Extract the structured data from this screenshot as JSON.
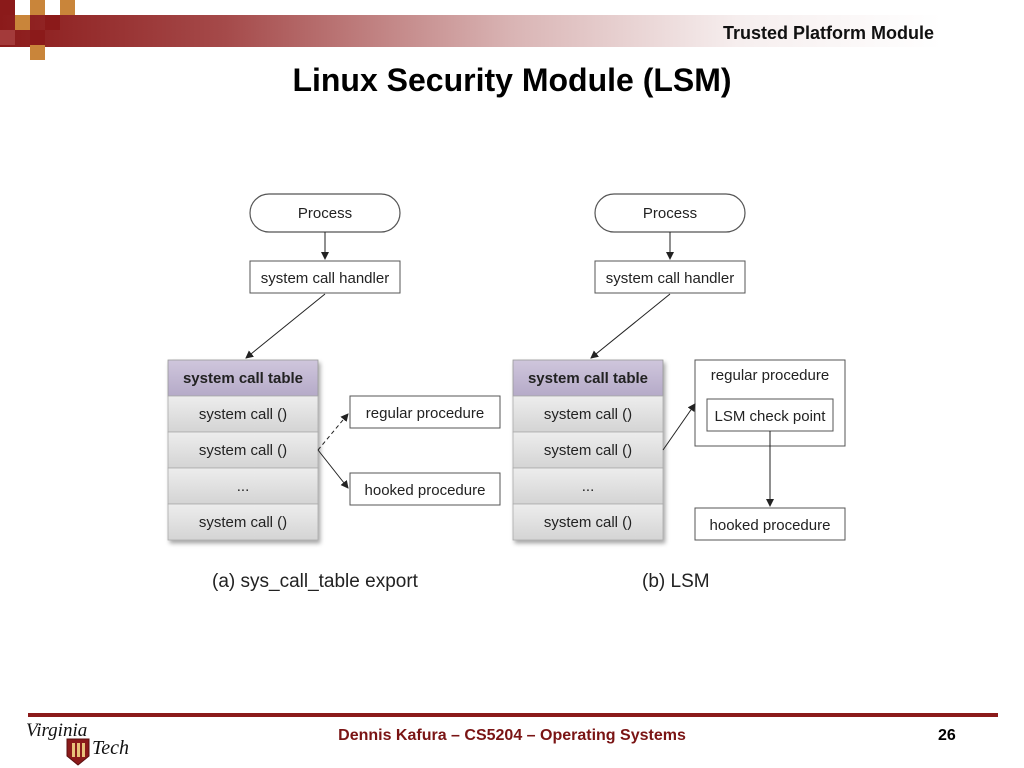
{
  "header": {
    "title": "Trusted Platform Module",
    "brand_color": "#8b1a1a",
    "square_colors": [
      "#8b1a1a",
      "#c9853a",
      "#a33a3a"
    ]
  },
  "slide": {
    "title": "Linux Security Module (LSM)"
  },
  "diagram_a": {
    "process": "Process",
    "handler": "system call handler",
    "table_header": "system call table",
    "rows": [
      "system call ()",
      "system call ()",
      "...",
      "system call ()"
    ],
    "regular": "regular procedure",
    "hooked": "hooked procedure",
    "caption": "(a) sys_call_table export"
  },
  "diagram_b": {
    "process": "Process",
    "handler": "system call handler",
    "table_header": "system call table",
    "rows": [
      "system call ()",
      "system call ()",
      "...",
      "system call ()"
    ],
    "regular": "regular procedure",
    "checkpoint": "LSM check point",
    "hooked": "hooked procedure",
    "caption": "(b) LSM"
  },
  "footer": {
    "text": "Dennis Kafura – CS5204 – Operating Systems",
    "page": "26",
    "logo_top": "Virginia",
    "logo_bottom": "Tech"
  }
}
